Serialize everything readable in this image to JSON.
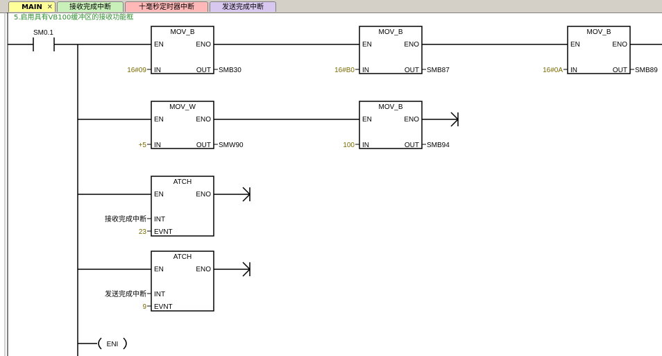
{
  "tabs": [
    {
      "label": "MAIN",
      "color": "#ffff99",
      "active": true
    },
    {
      "label": "接收完成中断",
      "color": "#c8f0b8"
    },
    {
      "label": "十毫秒定时器中断",
      "color": "#ffb8b8"
    },
    {
      "label": "发送完成中断",
      "color": "#d8c8f0"
    }
  ],
  "comment": "5.启用具有VB100缓冲区的接收功能框",
  "contact": {
    "label": "SM0.1"
  },
  "rows": [
    {
      "blocks": [
        {
          "title": "MOV_B",
          "en": "EN",
          "eno": "ENO",
          "in_pin": "IN",
          "out_pin": "OUT",
          "in_val": "16#09",
          "out_val": "SMB30"
        },
        {
          "title": "MOV_B",
          "en": "EN",
          "eno": "ENO",
          "in_pin": "IN",
          "out_pin": "OUT",
          "in_val": "16#B0",
          "out_val": "SMB87"
        },
        {
          "title": "MOV_B",
          "en": "EN",
          "eno": "ENO",
          "in_pin": "IN",
          "out_pin": "OUT",
          "in_val": "16#0A",
          "out_val": "SMB89"
        }
      ]
    },
    {
      "blocks": [
        {
          "title": "MOV_W",
          "en": "EN",
          "eno": "ENO",
          "in_pin": "IN",
          "out_pin": "OUT",
          "in_val": "+5",
          "out_val": "SMW90"
        },
        {
          "title": "MOV_B",
          "en": "EN",
          "eno": "ENO",
          "in_pin": "IN",
          "out_pin": "OUT",
          "in_val": "100",
          "out_val": "SMB94"
        }
      ]
    },
    {
      "blocks": [
        {
          "title": "ATCH",
          "en": "EN",
          "eno": "ENO",
          "int_pin": "INT",
          "evnt_pin": "EVNT",
          "int_val": "接收完成中断",
          "evnt_val": "23"
        }
      ]
    },
    {
      "blocks": [
        {
          "title": "ATCH",
          "en": "EN",
          "eno": "ENO",
          "int_pin": "INT",
          "evnt_pin": "EVNT",
          "int_val": "发送完成中断",
          "evnt_val": "9"
        }
      ]
    }
  ],
  "coil": {
    "label": "ENI"
  }
}
